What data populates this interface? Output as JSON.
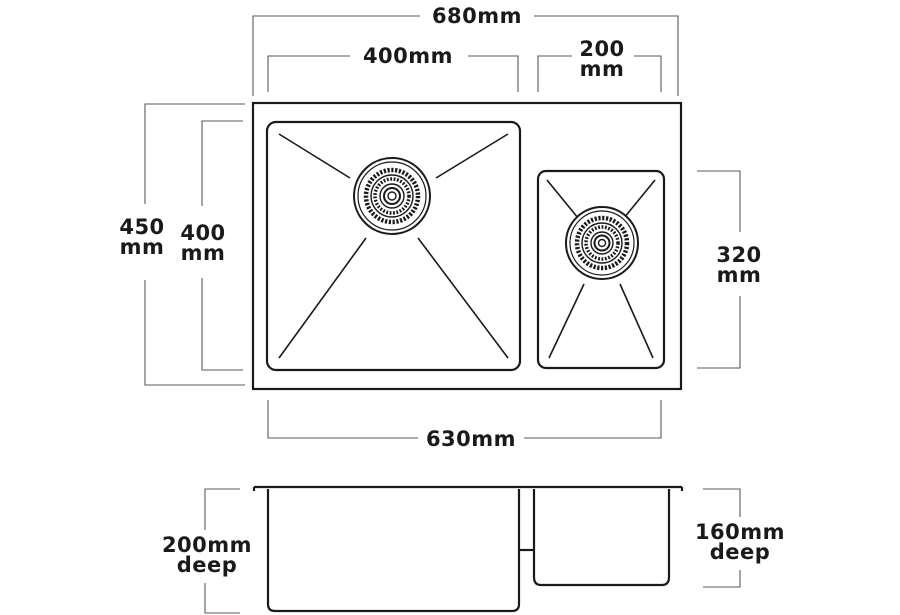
{
  "labels": {
    "overall_width": "680mm",
    "large_bowl_width": "400mm",
    "small_bowl_width_value": "200",
    "small_bowl_width_unit": "mm",
    "overall_height_value": "450",
    "overall_height_unit": "mm",
    "large_bowl_height_value": "400",
    "large_bowl_height_unit": "mm",
    "small_bowl_height_value": "320",
    "small_bowl_height_unit": "mm",
    "bowls_span_width": "630mm",
    "large_bowl_depth_value": "200mm",
    "large_bowl_depth_word": "deep",
    "small_bowl_depth_value": "160mm",
    "small_bowl_depth_word": "deep"
  },
  "colors": {
    "outline": "#1a1a1a",
    "dimension_line": "#5a5a5a"
  }
}
